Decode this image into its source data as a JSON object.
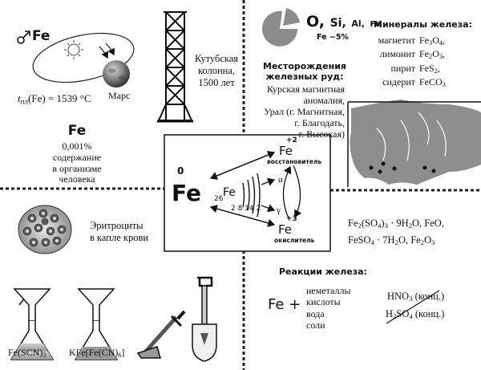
{
  "planet": {
    "symbol": "Fe",
    "melting_label": "t",
    "melting_sub": "пл",
    "melting_rest": "(Fe) = 1539 °C",
    "mars_label": "Марс"
  },
  "column": {
    "line1": "Кутубская",
    "line2": "колонна,",
    "line3": "1500 лет"
  },
  "crust": {
    "o": "O,",
    "si": "Si,",
    "al": "Al,",
    "fe": "Fe",
    "fe_percent": "Fe ~5%"
  },
  "deposits": {
    "title1": "Месторождения",
    "title2": "железных руд:",
    "lines": [
      "Курская магнитная",
      "аномалия,",
      "Урал (г. Магнитная,",
      "г. Благодать,",
      "г. Высокая)"
    ]
  },
  "minerals": {
    "title": "Минералы железа:",
    "rows": [
      {
        "name": "магнетит",
        "formula": "Fe",
        "sub1": "3",
        "mid": "O",
        "sub2": "4",
        "tail": ","
      },
      {
        "name": "лимонит",
        "formula": "Fe",
        "sub1": "2",
        "mid": "O",
        "sub2": "3",
        "tail": ","
      },
      {
        "name": "пирит",
        "formula": "FeS",
        "sub1": "2",
        "mid": "",
        "sub2": "",
        "tail": ","
      },
      {
        "name": "сидерит",
        "formula": "FeCO",
        "sub1": "3",
        "mid": "",
        "sub2": "",
        "tail": ""
      }
    ]
  },
  "body": {
    "symbol": "Fe",
    "line1": "0,001%",
    "line2": "содержание",
    "line3": "в организме",
    "line4": "человека"
  },
  "center": {
    "fe0_sup": "0",
    "fe0": "Fe",
    "atomic_number": "26",
    "inner_fe": "Fe",
    "shells": "2  8  14  2",
    "alpha": "α",
    "gamma": "γ",
    "plus2": "+2",
    "fe_top": "Fe",
    "reducer": "восстановитель",
    "plus3": "+3",
    "fe_bottom": "Fe",
    "oxidizer": "окислитель"
  },
  "blood": {
    "line1": "Эритроциты",
    "line2": "в капле крови"
  },
  "compounds": {
    "line1a": "Fe",
    "line1b": "2",
    "line1c": "(SO",
    "line1d": "4",
    "line1e": ")",
    "line1f": "3",
    "line1g": " · 9H",
    "line1h": "2",
    "line1i": "O, FeO,",
    "line2a": "FeSO",
    "line2b": "4",
    "line2c": " · 7H",
    "line2d": "2",
    "line2e": "O, Fe",
    "line2f": "2",
    "line2g": "O",
    "line2h": "3"
  },
  "flasks": {
    "left_a": "Fe(SCN)",
    "left_b": "3",
    "right_a": "KFe[Fe(CN)",
    "right_b": "6",
    "right_c": "]"
  },
  "reactions": {
    "title": "Реакции железа:",
    "fe_plus": "Fe +",
    "items": [
      "неметаллы",
      "кислоты",
      "вода",
      "соли"
    ],
    "hno3": "HNO",
    "hno3_sub": "3",
    "hno3_tail": " (конц.)",
    "h2so4_a": "H",
    "h2so4_b": "2",
    "h2so4_c": "SO",
    "h2so4_d": "4",
    "h2so4_tail": " (конц.)"
  }
}
